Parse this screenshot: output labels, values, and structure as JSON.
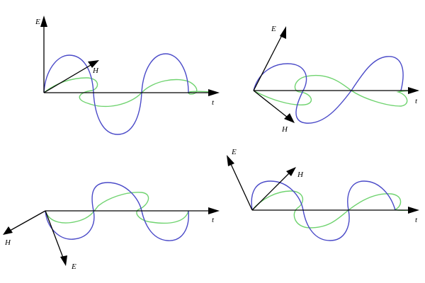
{
  "colors": {
    "e_wave": "#4a4ac8",
    "h_wave": "#6fd36f",
    "axis": "#000000"
  },
  "panels": [
    {
      "e_label": "E",
      "h_label": "H",
      "t_label": "t"
    },
    {
      "e_label": "E",
      "h_label": "H",
      "t_label": "t"
    },
    {
      "e_label": "E",
      "h_label": "H",
      "t_label": "t"
    },
    {
      "e_label": "E",
      "h_label": "H",
      "t_label": "t"
    }
  ]
}
